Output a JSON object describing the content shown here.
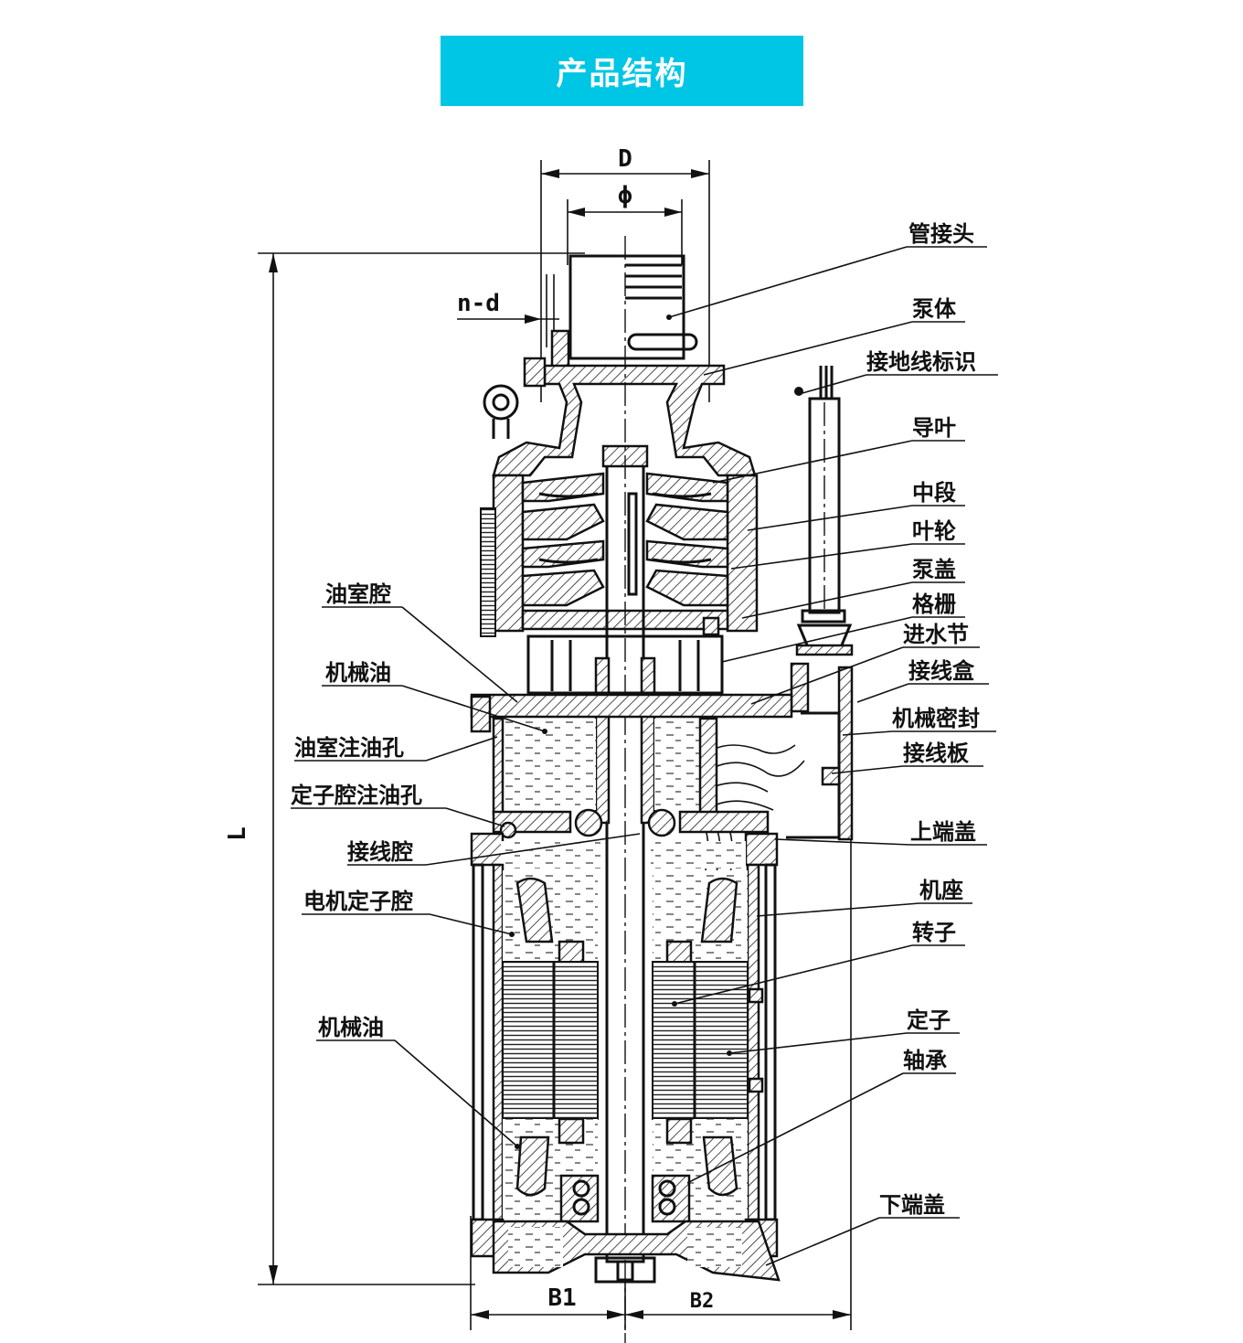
{
  "header": {
    "title": "产品结构"
  },
  "dimensions": {
    "D": "D",
    "phi": "ϕ",
    "n_d": "n-d",
    "L": "L",
    "B1": "B1",
    "B2": "B2"
  },
  "labels_right": [
    "管接头",
    "泵体",
    "接地线标识",
    "导叶",
    "中段",
    "叶轮",
    "泵盖",
    "格栅",
    "进水节",
    "接线盒",
    "机械密封",
    "接线板",
    "上端盖",
    "机座",
    "转子",
    "定子",
    "轴承",
    "下端盖"
  ],
  "labels_left": [
    "油室腔",
    "机械油",
    "油室注油孔",
    "定子腔注油孔",
    "接线腔",
    "电机定子腔",
    "机械油"
  ]
}
